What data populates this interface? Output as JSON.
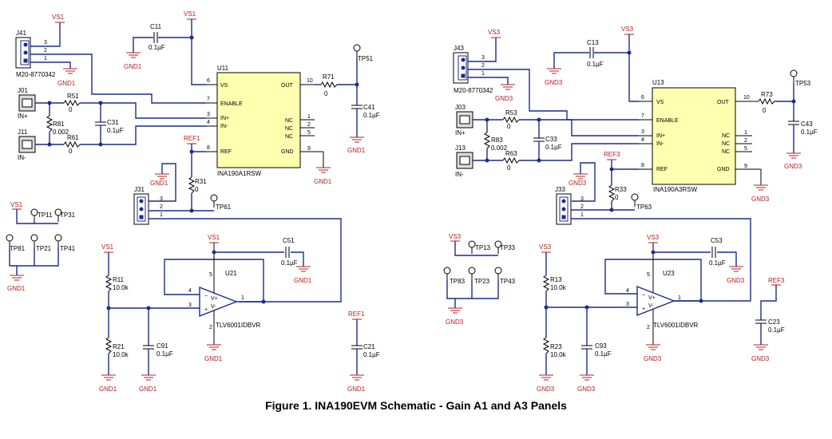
{
  "caption": "Figure 1. INA190EVM Schematic - Gain A1 and A3 Panels",
  "top_link_fragment": "...",
  "panel_a1": {
    "vs": "VS1",
    "gnd": "GND1",
    "ref": "REF1",
    "j41": "J41",
    "j41_part": "M20-8770342",
    "j01": "J01",
    "in_plus": "IN+",
    "j11": "J11",
    "in_minus": "IN-",
    "c11": "C11",
    "c11_val": "0.1µF",
    "r51": "R51",
    "r51_val": "0",
    "r61": "R61",
    "r61_val": "0",
    "r81": "R81",
    "r81_val": "0.002",
    "c31": "C31",
    "c31_val": "0.1µF",
    "u11": "U11",
    "u11_part": "INA190A1RSW",
    "r71": "R71",
    "r71_val": "0",
    "c41": "C41",
    "c41_val": "0.1µF",
    "tp51": "TP51",
    "r31": "R31",
    "r31_val": "0",
    "j31": "J31",
    "tp61": "TP61",
    "tp11": "TP11",
    "tp31": "TP31",
    "tp81": "TP81",
    "tp21": "TP21",
    "tp41": "TP41",
    "r11": "R11",
    "r11_val": "10.0k",
    "r21": "R21",
    "r21_val": "10.0k",
    "c91": "C91",
    "c91_val": "0.1µF",
    "u21": "U21",
    "u21_part": "TLV6001IDBVR",
    "c51": "C51",
    "c51_val": "0.1µF",
    "c21": "C21",
    "c21_val": "0.1µF"
  },
  "panel_a3": {
    "vs": "VS3",
    "gnd": "GND3",
    "ref": "REF3",
    "j43": "J43",
    "j43_part": "M20-8770342",
    "j03": "J03",
    "in_plus": "IN+",
    "j13": "J13",
    "in_minus": "IN-",
    "c13": "C13",
    "c13_val": "0.1µF",
    "r53": "R53",
    "r53_val": "0",
    "r63": "R63",
    "r63_val": "0",
    "r83": "R83",
    "r83_val": "0.002",
    "c33": "C33",
    "c33_val": "0.1µF",
    "u13": "U13",
    "u13_part": "INA190A3RSW",
    "r73": "R73",
    "r73_val": "0",
    "c43": "C43",
    "c43_val": "0.1µF",
    "tp53": "TP53",
    "r33": "R33",
    "r33_val": "0",
    "j33": "J33",
    "tp63": "TP63",
    "tp13": "TP13",
    "tp33": "TP33",
    "tp83": "TP83",
    "tp23": "TP23",
    "tp43": "TP43",
    "r13": "R13",
    "r13_val": "10.0k",
    "r23": "R23",
    "r23_val": "10.0k",
    "c93": "C93",
    "c93_val": "0.1µF",
    "u23": "U23",
    "u23_part": "TLV6001IDBVR",
    "c53": "C53",
    "c53_val": "0.1µF",
    "c23": "C23",
    "c23_val": "0.1µF"
  },
  "ic_pins": {
    "vs": "VS",
    "enable": "ENABLE",
    "inp": "IN+",
    "inm": "IN-",
    "ref": "REF",
    "out": "OUT",
    "nc": "NC",
    "gnd": "GND",
    "p6": "6",
    "p7": "7",
    "p3": "3",
    "p4": "4",
    "p8": "8",
    "p10": "10",
    "p1": "1",
    "p2": "2",
    "p5": "5",
    "p9": "9"
  },
  "opamp_pins": {
    "vplus": "V+",
    "vminus": "V-",
    "minus": "−",
    "plus": "+",
    "p1": "1",
    "p2": "2",
    "p3": "3",
    "p4": "4",
    "p5": "5"
  },
  "connector_pins": {
    "p1": "1",
    "p2": "2",
    "p3": "3"
  }
}
